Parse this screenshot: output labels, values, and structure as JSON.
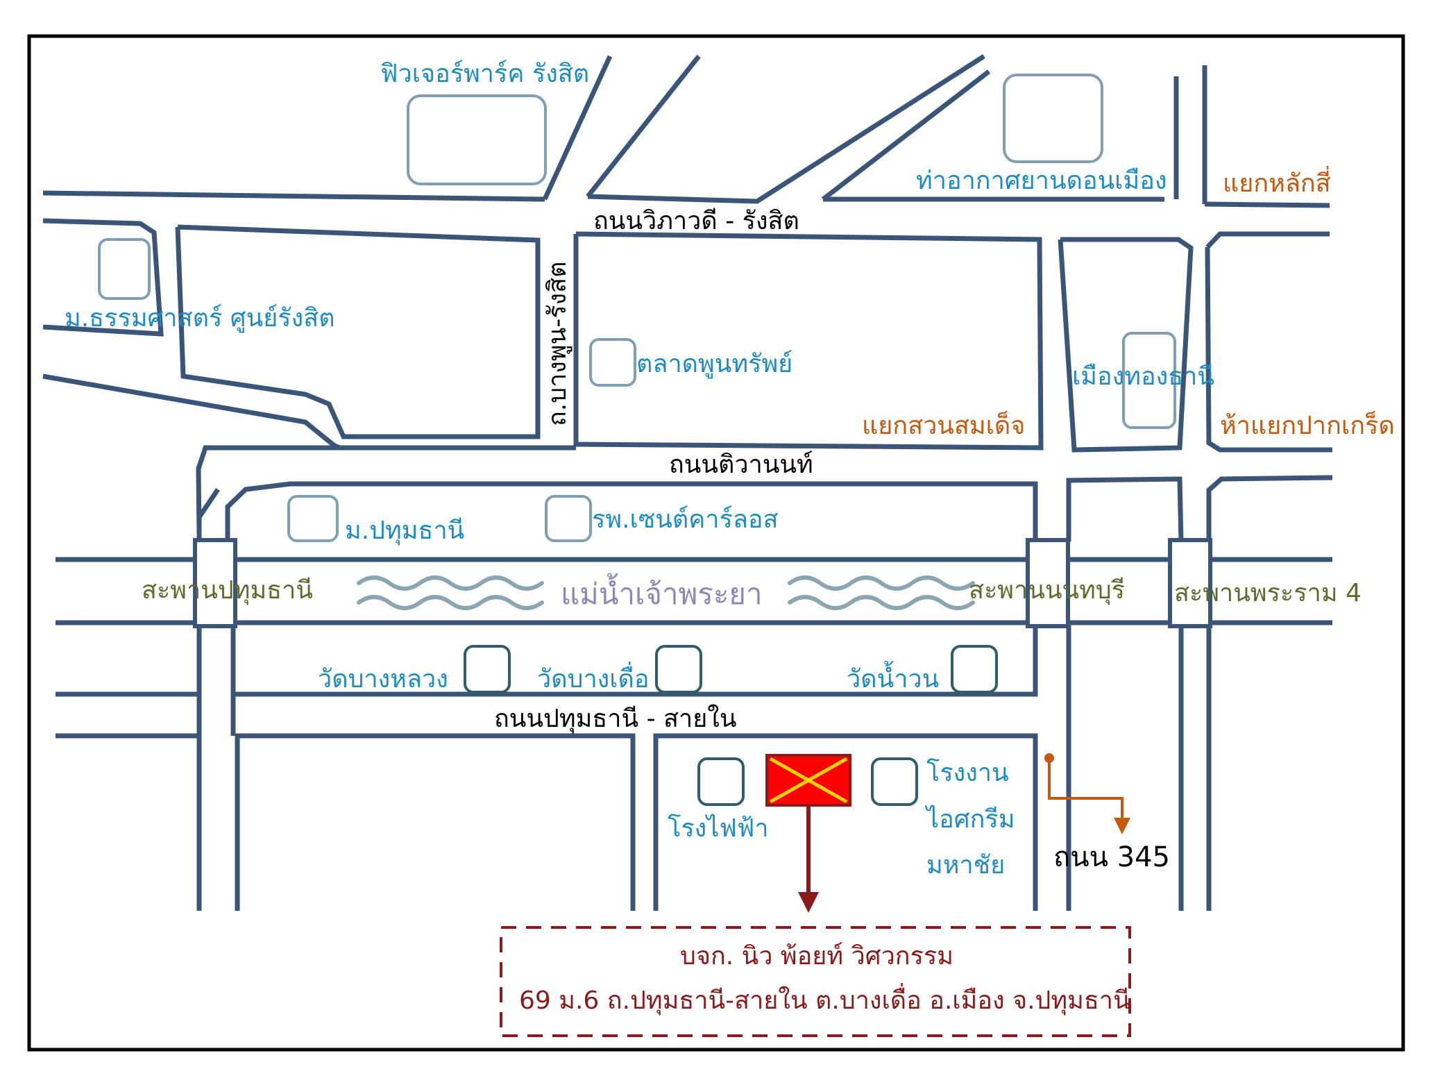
{
  "roads": {
    "vibhavadi": "ถนนวิภาวดี - รังสิต",
    "bangphun": "ถ.บางพูน-รังสิต",
    "tiwanon": "ถนนติวานนท์",
    "pathum_sainai": "ถนนปทุมธานี - สายใน",
    "road_345": "ถนน 345"
  },
  "landmarks": {
    "future_park": "ฟิวเจอร์พาร์ค รังสิต",
    "don_mueang": "ท่าอากาศยานดอนเมือง",
    "thammasat": "ม.ธรรมศาสตร์ ศูนย์รังสิต",
    "poonsap_market": "ตลาดพูนทรัพย์",
    "muang_thong": "เมืองทองธานี",
    "pathum_uni": "ม.ปทุมธานี",
    "st_carlos": "รพ.เซนต์คาร์ลอส",
    "wat_bang_luang": "วัดบางหลวง",
    "wat_bang_duea": "วัดบางเดื่อ",
    "wat_nam_won": "วัดน้ำวน",
    "power_plant": "โรงไฟฟ้า",
    "ice_factory_1": "โรงงาน",
    "ice_factory_2": "ไอศกรีม",
    "ice_factory_3": "มหาชัย"
  },
  "intersections": {
    "lak_si": "แยกหลักสี่",
    "suan_somdet": "แยกสวนสมเด็จ",
    "pak_kret": "ห้าแยกปากเกร็ด"
  },
  "bridges": {
    "pathum": "สะพานปทุมธานี",
    "nonthaburi": "สะพานนนทบุรี",
    "rama4": "สะพานพระราม 4"
  },
  "river": "แม่น้ำเจ้าพระยา",
  "company": {
    "name": "บจก. นิว พ้อยท์ วิศวกรรม",
    "address": "69 ม.6 ถ.ปทุมธานี-สายใน ต.บางเดื่อ อ.เมือง จ.ปทุมธานี"
  },
  "colors": {
    "road": "#3a5578",
    "landmark_text": "#1e8bc3",
    "intersection_text": "#c4590f",
    "bridge_text": "#5e6b2c",
    "river_text": "#8f86b8",
    "company_text": "#8b1a1a",
    "marker_fill": "#ff0000",
    "marker_cross": "#ffd400"
  },
  "icons": {
    "location_marker": "red-box-with-yellow-x",
    "route_arrow": "down-arrow"
  }
}
